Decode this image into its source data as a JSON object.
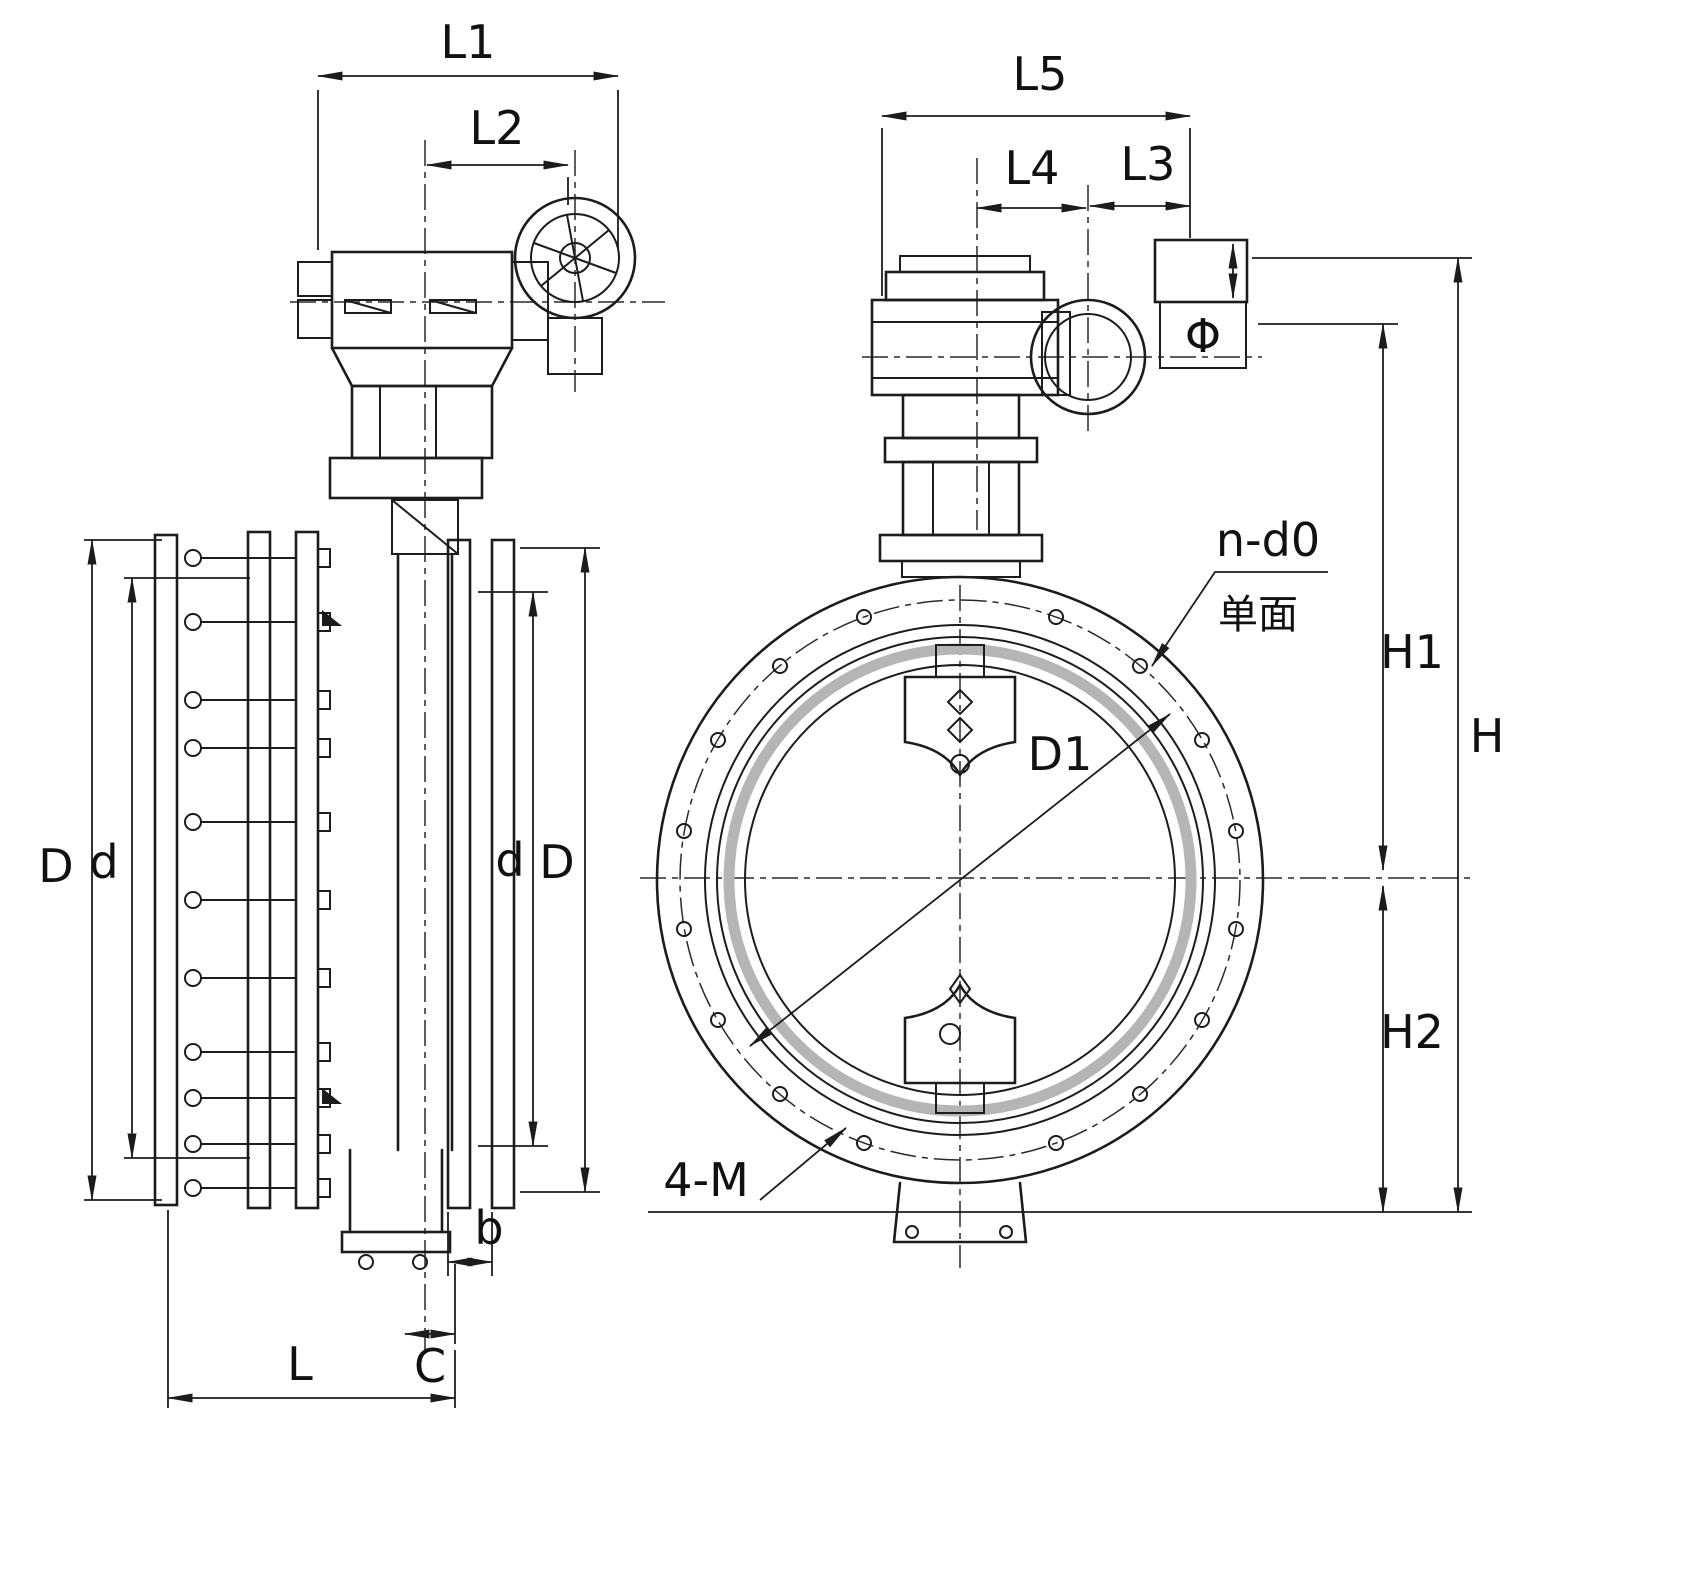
{
  "page": {
    "background": "#ffffff"
  },
  "colors": {
    "line": "#1c1c1c",
    "centerline": "#2a2a2a",
    "seat_ring": "#b5b5b5"
  },
  "left_view": {
    "name": "valve-side-view",
    "dims": {
      "l1": "L1",
      "l2": "L2",
      "d_outer_left": "D",
      "d_inner_left": "d",
      "d_inner_right": "d",
      "d_outer_right": "D",
      "b": "b",
      "c": "C",
      "l": "L"
    }
  },
  "right_view": {
    "name": "valve-front-view",
    "dims": {
      "l5": "L5",
      "l4": "L4",
      "l3": "L3",
      "h1": "H1",
      "h": "H",
      "h2": "H2",
      "d1": "D1"
    },
    "annotations": {
      "bolt_holes": "n-d0",
      "single_face": "单面",
      "bottom_holes": "4-M",
      "phi_symbol": "Φ"
    }
  }
}
